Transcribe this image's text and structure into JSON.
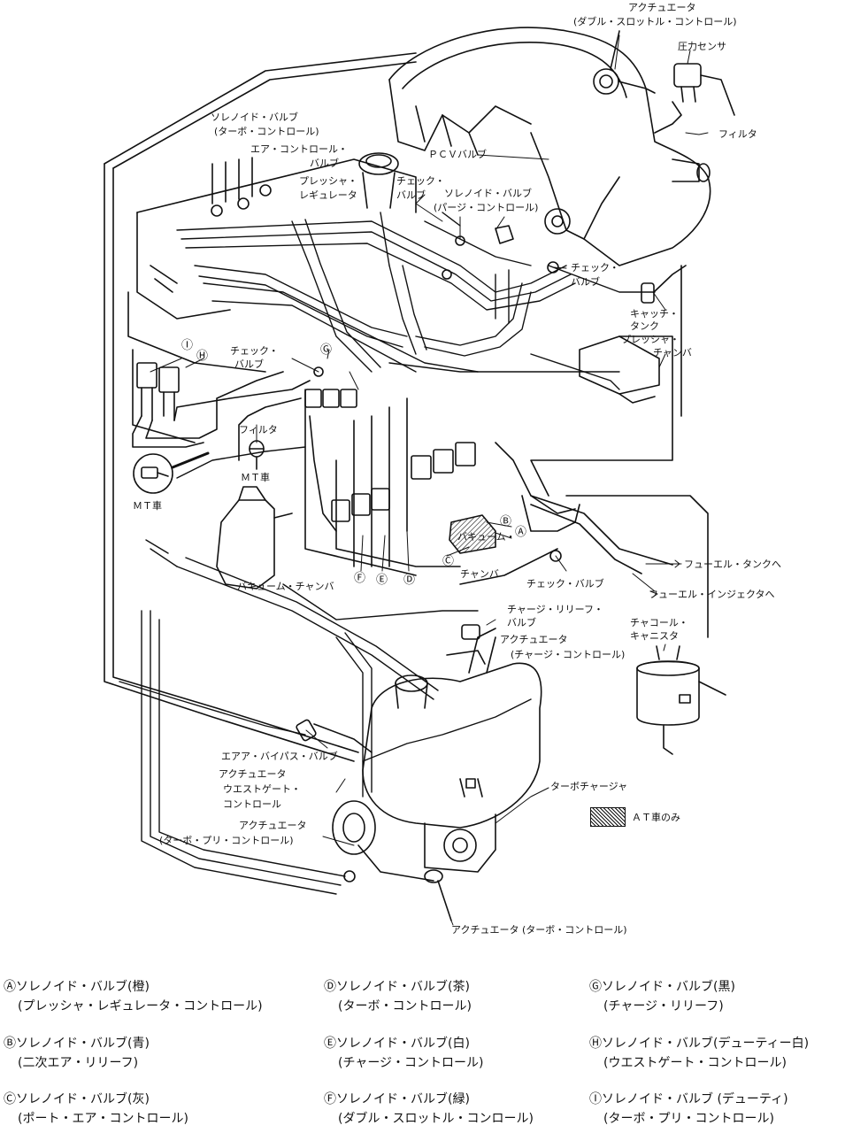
{
  "labels": {
    "actuator_double_throttle_1": "アクチュエータ",
    "actuator_double_throttle_2": "(ダブル・スロットル・コントロール)",
    "pressure_sensor": "圧力センサ",
    "filter_top": "フィルタ",
    "sv_turbo_control_1": "ソレノイド・バルブ",
    "sv_turbo_control_2": "(ターボ・コントロール)",
    "air_control_valve_1": "エア・コントロール・",
    "air_control_valve_2": "バルブ",
    "pressure_regulator_1": "プレッシャ・",
    "pressure_regulator_2": "レギュレータ",
    "pcv_valve": "ＰＣＶバルブ",
    "check_valve_top_1": "チェック・",
    "check_valve_top_2": "バルブ",
    "sv_purge_1": "ソレノイド・バルブ",
    "sv_purge_2": "(パージ・コントロール)",
    "check_valve_right_1": "チェック・",
    "check_valve_right_2": "バルブ",
    "catch_tank_1": "キャッチ・",
    "catch_tank_2": "タンク",
    "pressure_chamber_1": "プレッシャ・",
    "pressure_chamber_2": "チャンバ",
    "check_valve_left_1": "チェック・",
    "check_valve_left_2": "バルブ",
    "filter_mid": "フィルタ",
    "mt_car_1": "ＭＴ車",
    "mt_car_2": "ＭＴ車",
    "vacuum_chamber_right_1": "バキューム・",
    "vacuum_chamber_right_2": "チャンバ",
    "vacuum_chamber_left": "バキューム・チャンバ",
    "check_valve_bottom": "チェック・バルブ",
    "to_fuel_tank": "フューエル・タンクへ",
    "to_fuel_injector": "フューエル・インジェクタへ",
    "charge_relief_valve_1": "チャージ・リリーフ・",
    "charge_relief_valve_2": "バルブ",
    "actuator_charge_1": "アクチュエータ",
    "actuator_charge_2": "(チャージ・コントロール)",
    "charcoal_canister_1": "チャコール・",
    "charcoal_canister_2": "キャニスタ",
    "air_bypass_valve": "エアア・バイパス・バルブ",
    "actuator_wastegate_1": "アクチュエータ",
    "actuator_wastegate_2": "ウエストゲート・",
    "actuator_wastegate_3": "コントロール",
    "turbocharger": "ターボチャージャ",
    "actuator_turbo_pre_1": "アクチュエータ",
    "actuator_turbo_pre_2": "(ターボ・プリ・コントロール)",
    "at_only": "ＡＴ車のみ",
    "actuator_turbo_control": "アクチュエータ (ターボ・コントロール)",
    "marker_a": "Ⓐ",
    "marker_b": "Ⓑ",
    "marker_c": "Ⓒ",
    "marker_d": "Ⓓ",
    "marker_e": "Ⓔ",
    "marker_f": "Ⓕ",
    "marker_g": "Ⓖ",
    "marker_h": "Ⓗ",
    "marker_i": "Ⓘ"
  },
  "legend": [
    {
      "line1": "Ⓐソレノイド・バルブ(橙)",
      "line2": "(プレッシャ・レギュレータ・コントロール)"
    },
    {
      "line1": "Ⓑソレノイド・バルブ(青)",
      "line2": "(二次エア・リリーフ)"
    },
    {
      "line1": "Ⓒソレノイド・バルブ(灰)",
      "line2": "(ポート・エア・コントロール)"
    },
    {
      "line1": "Ⓓソレノイド・バルブ(茶)",
      "line2": "(ターボ・コントロール)"
    },
    {
      "line1": "Ⓔソレノイド・バルブ(白)",
      "line2": "(チャージ・コントロール)"
    },
    {
      "line1": "Ⓕソレノイド・バルブ(緑)",
      "line2": "(ダブル・スロットル・コンロール)"
    },
    {
      "line1": "Ⓖソレノイド・バルブ(黒)",
      "line2": "(チャージ・リリーフ)"
    },
    {
      "line1": "Ⓗソレノイド・バルブ(デューティー白)",
      "line2": "(ウエストゲート・コントロール)"
    },
    {
      "line1": "Ⓘソレノイド・バルブ (デューティ)",
      "line2": "(ターボ・プリ・コントロール)"
    }
  ]
}
